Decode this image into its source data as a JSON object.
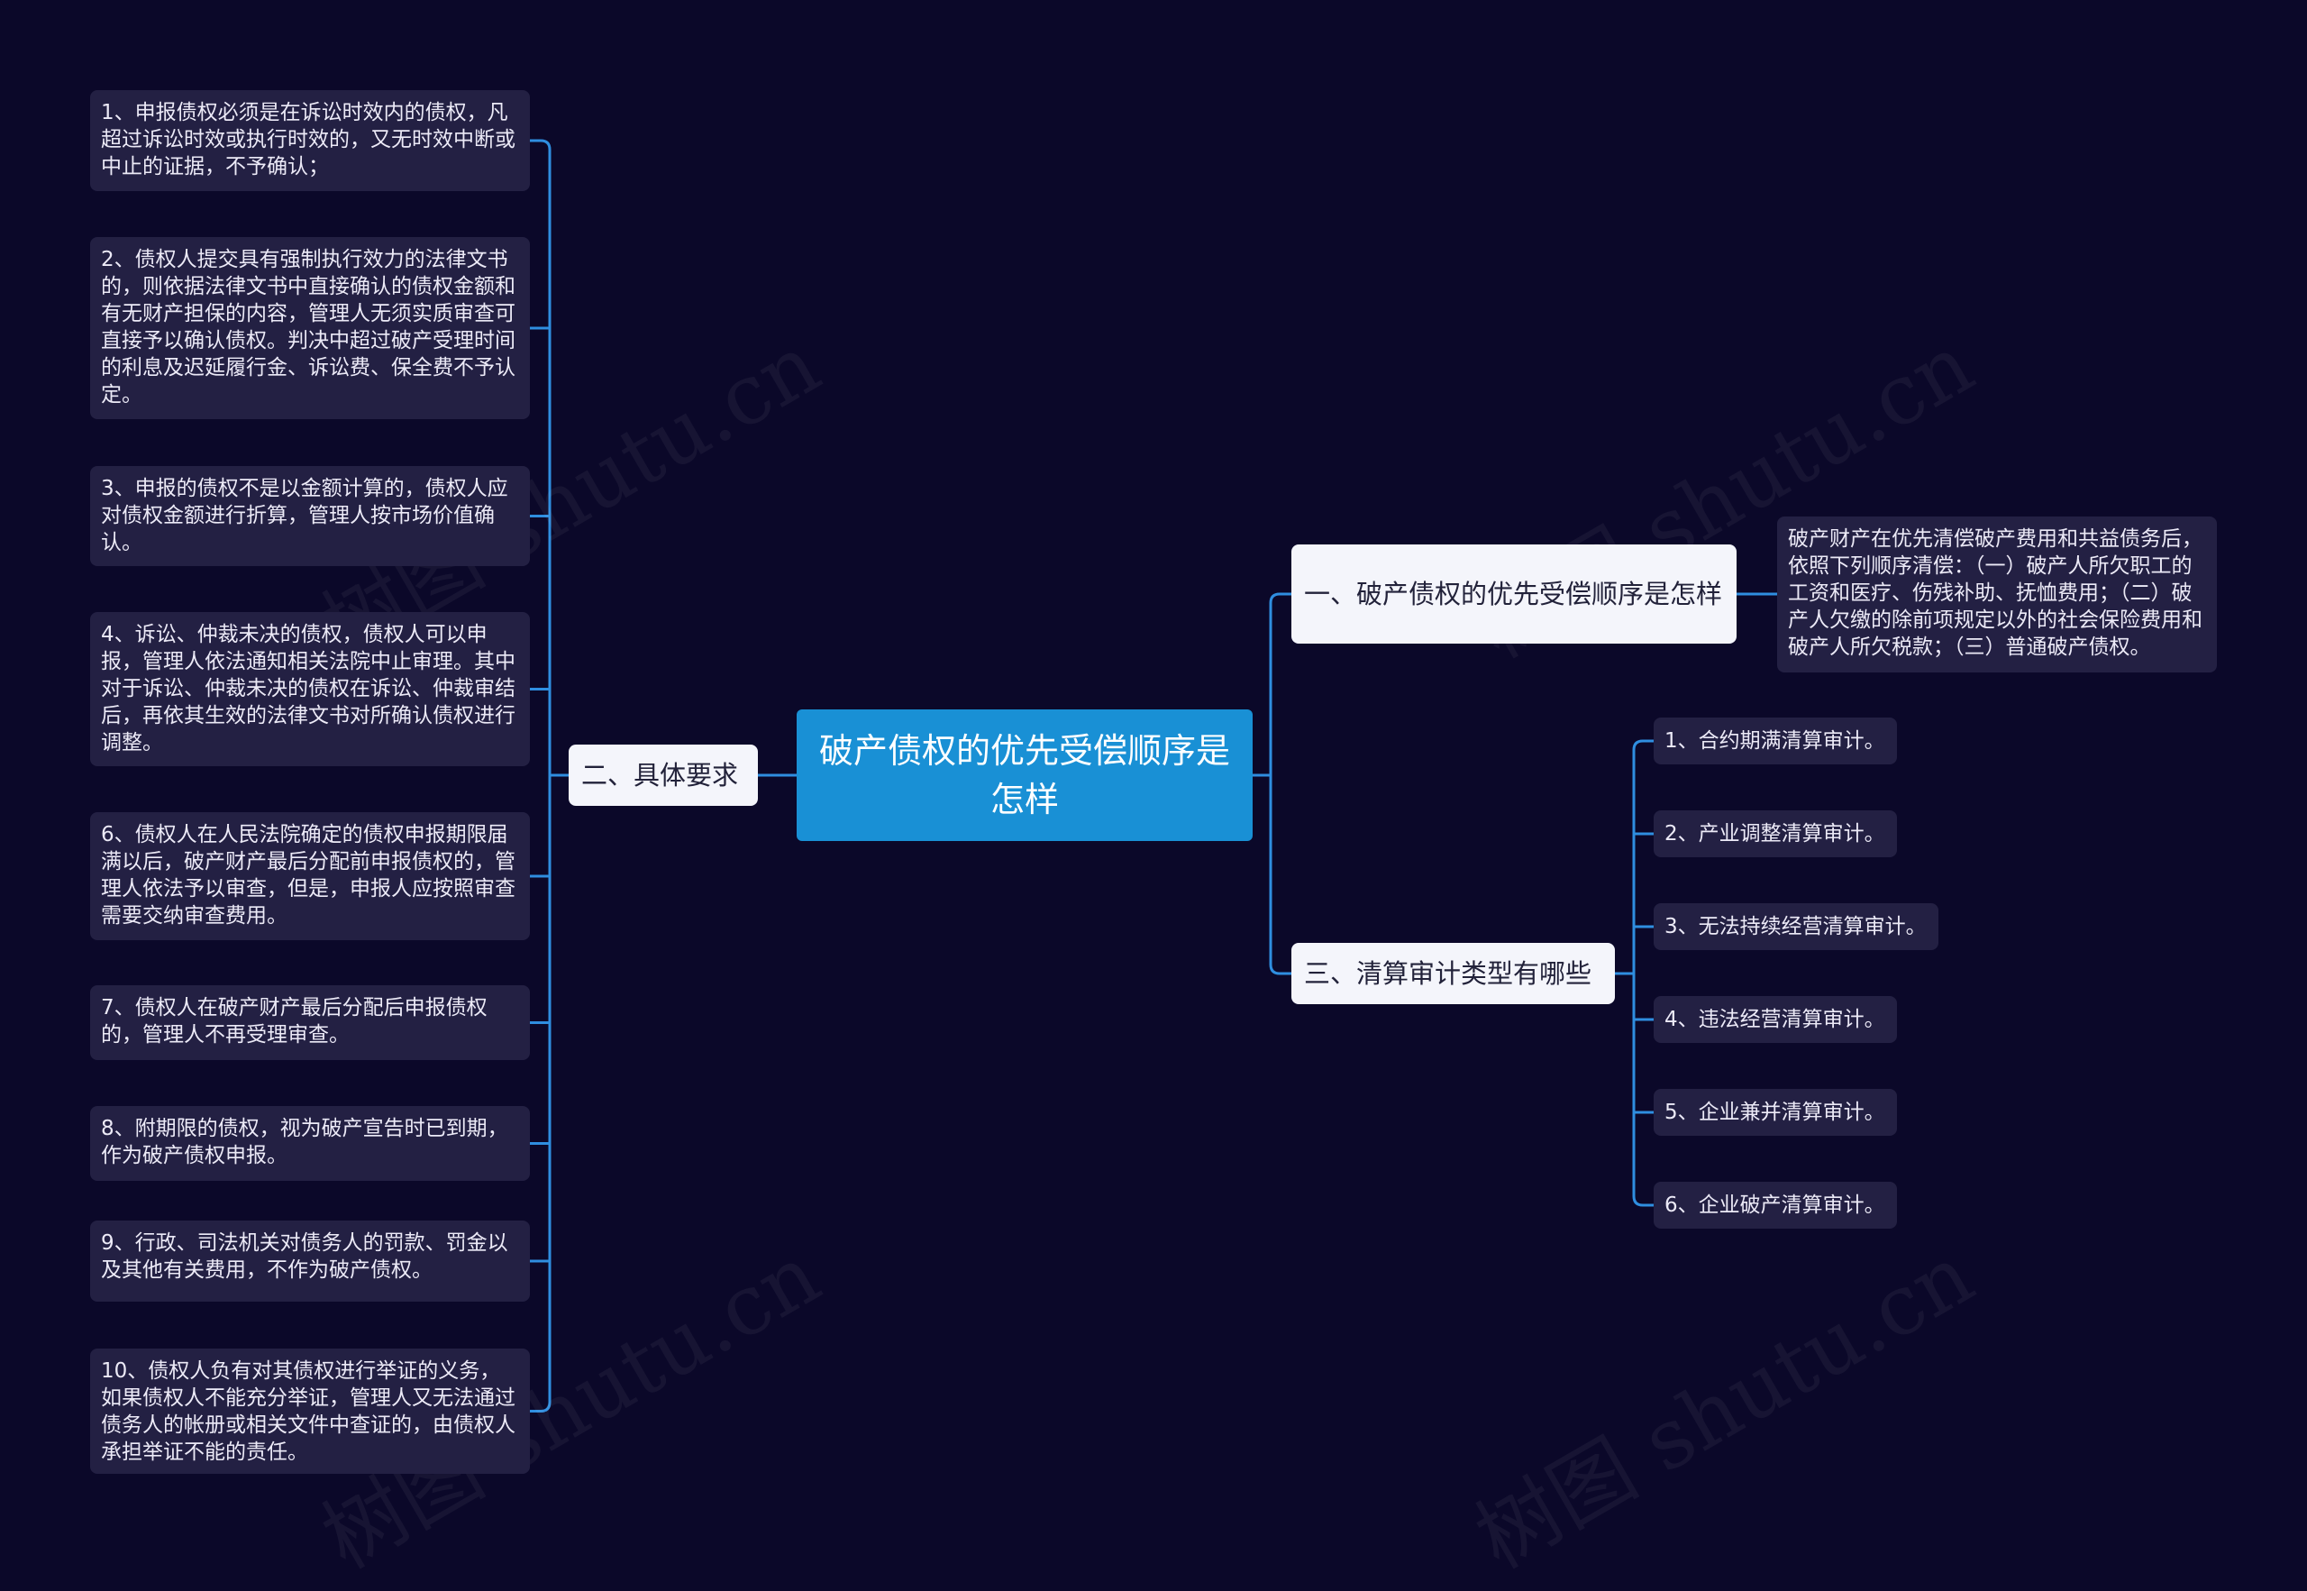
{
  "root": {
    "title": "破产债权的优先受偿顺序是怎样"
  },
  "branches": {
    "b1": {
      "label": "一、破产债权的优先受偿顺序是怎样"
    },
    "b2": {
      "label": "二、具体要求"
    },
    "b3": {
      "label": "三、清算审计类型有哪些"
    }
  },
  "b1_detail": "破产财产在优先清偿破产费用和共益债务后，依照下列顺序清偿：（一）破产人所欠职工的工资和医疗、伤残补助、抚恤费用；（二）破产人欠缴的除前项规定以外的社会保险费用和破产人所欠税款；（三）普通破产债权。",
  "requirements": [
    "1、申报债权必须是在诉讼时效内的债权，凡超过诉讼时效或执行时效的，又无时效中断或中止的证据，不予确认；",
    "2、债权人提交具有强制执行效力的法律文书的，则依据法律文书中直接确认的债权金额和有无财产担保的内容，管理人无须实质审查可直接予以确认债权。判决中超过破产受理时间的利息及迟延履行金、诉讼费、保全费不予认定。",
    "3、申报的债权不是以金额计算的，债权人应对债权金额进行折算，管理人按市场价值确认。",
    "4、诉讼、仲裁未决的债权，债权人可以申报，管理人依法通知相关法院中止审理。其中对于诉讼、仲裁未决的债权在诉讼、仲裁审结后，再依其生效的法律文书对所确认债权进行调整。",
    "6、债权人在人民法院确定的债权申报期限届满以后，破产财产最后分配前申报债权的，管理人依法予以审查，但是，申报人应按照审查需要交纳审查费用。",
    "7、债权人在破产财产最后分配后申报债权的，管理人不再受理审查。",
    "8、附期限的债权，视为破产宣告时已到期，作为破产债权申报。",
    "9、行政、司法机关对债务人的罚款、罚金以及其他有关费用，不作为破产债权。",
    "10、债权人负有对其债权进行举证的义务，如果债权人不能充分举证，管理人又无法通过债务人的帐册或相关文件中查证的，由债权人承担举证不能的责任。"
  ],
  "audit_types": [
    "1、合约期满清算审计。",
    "2、产业调整清算审计。",
    "3、无法持续经营清算审计。",
    "4、违法经营清算审计。",
    "5、企业兼并清算审计。",
    "6、企业破产清算审计。"
  ],
  "watermark": "树图 shutu.cn",
  "colors": {
    "background": "#0b0829",
    "root": "#1990d5",
    "connector": "#2f8ee0",
    "branch": "#f4f5fb",
    "leaf": "#232043"
  }
}
